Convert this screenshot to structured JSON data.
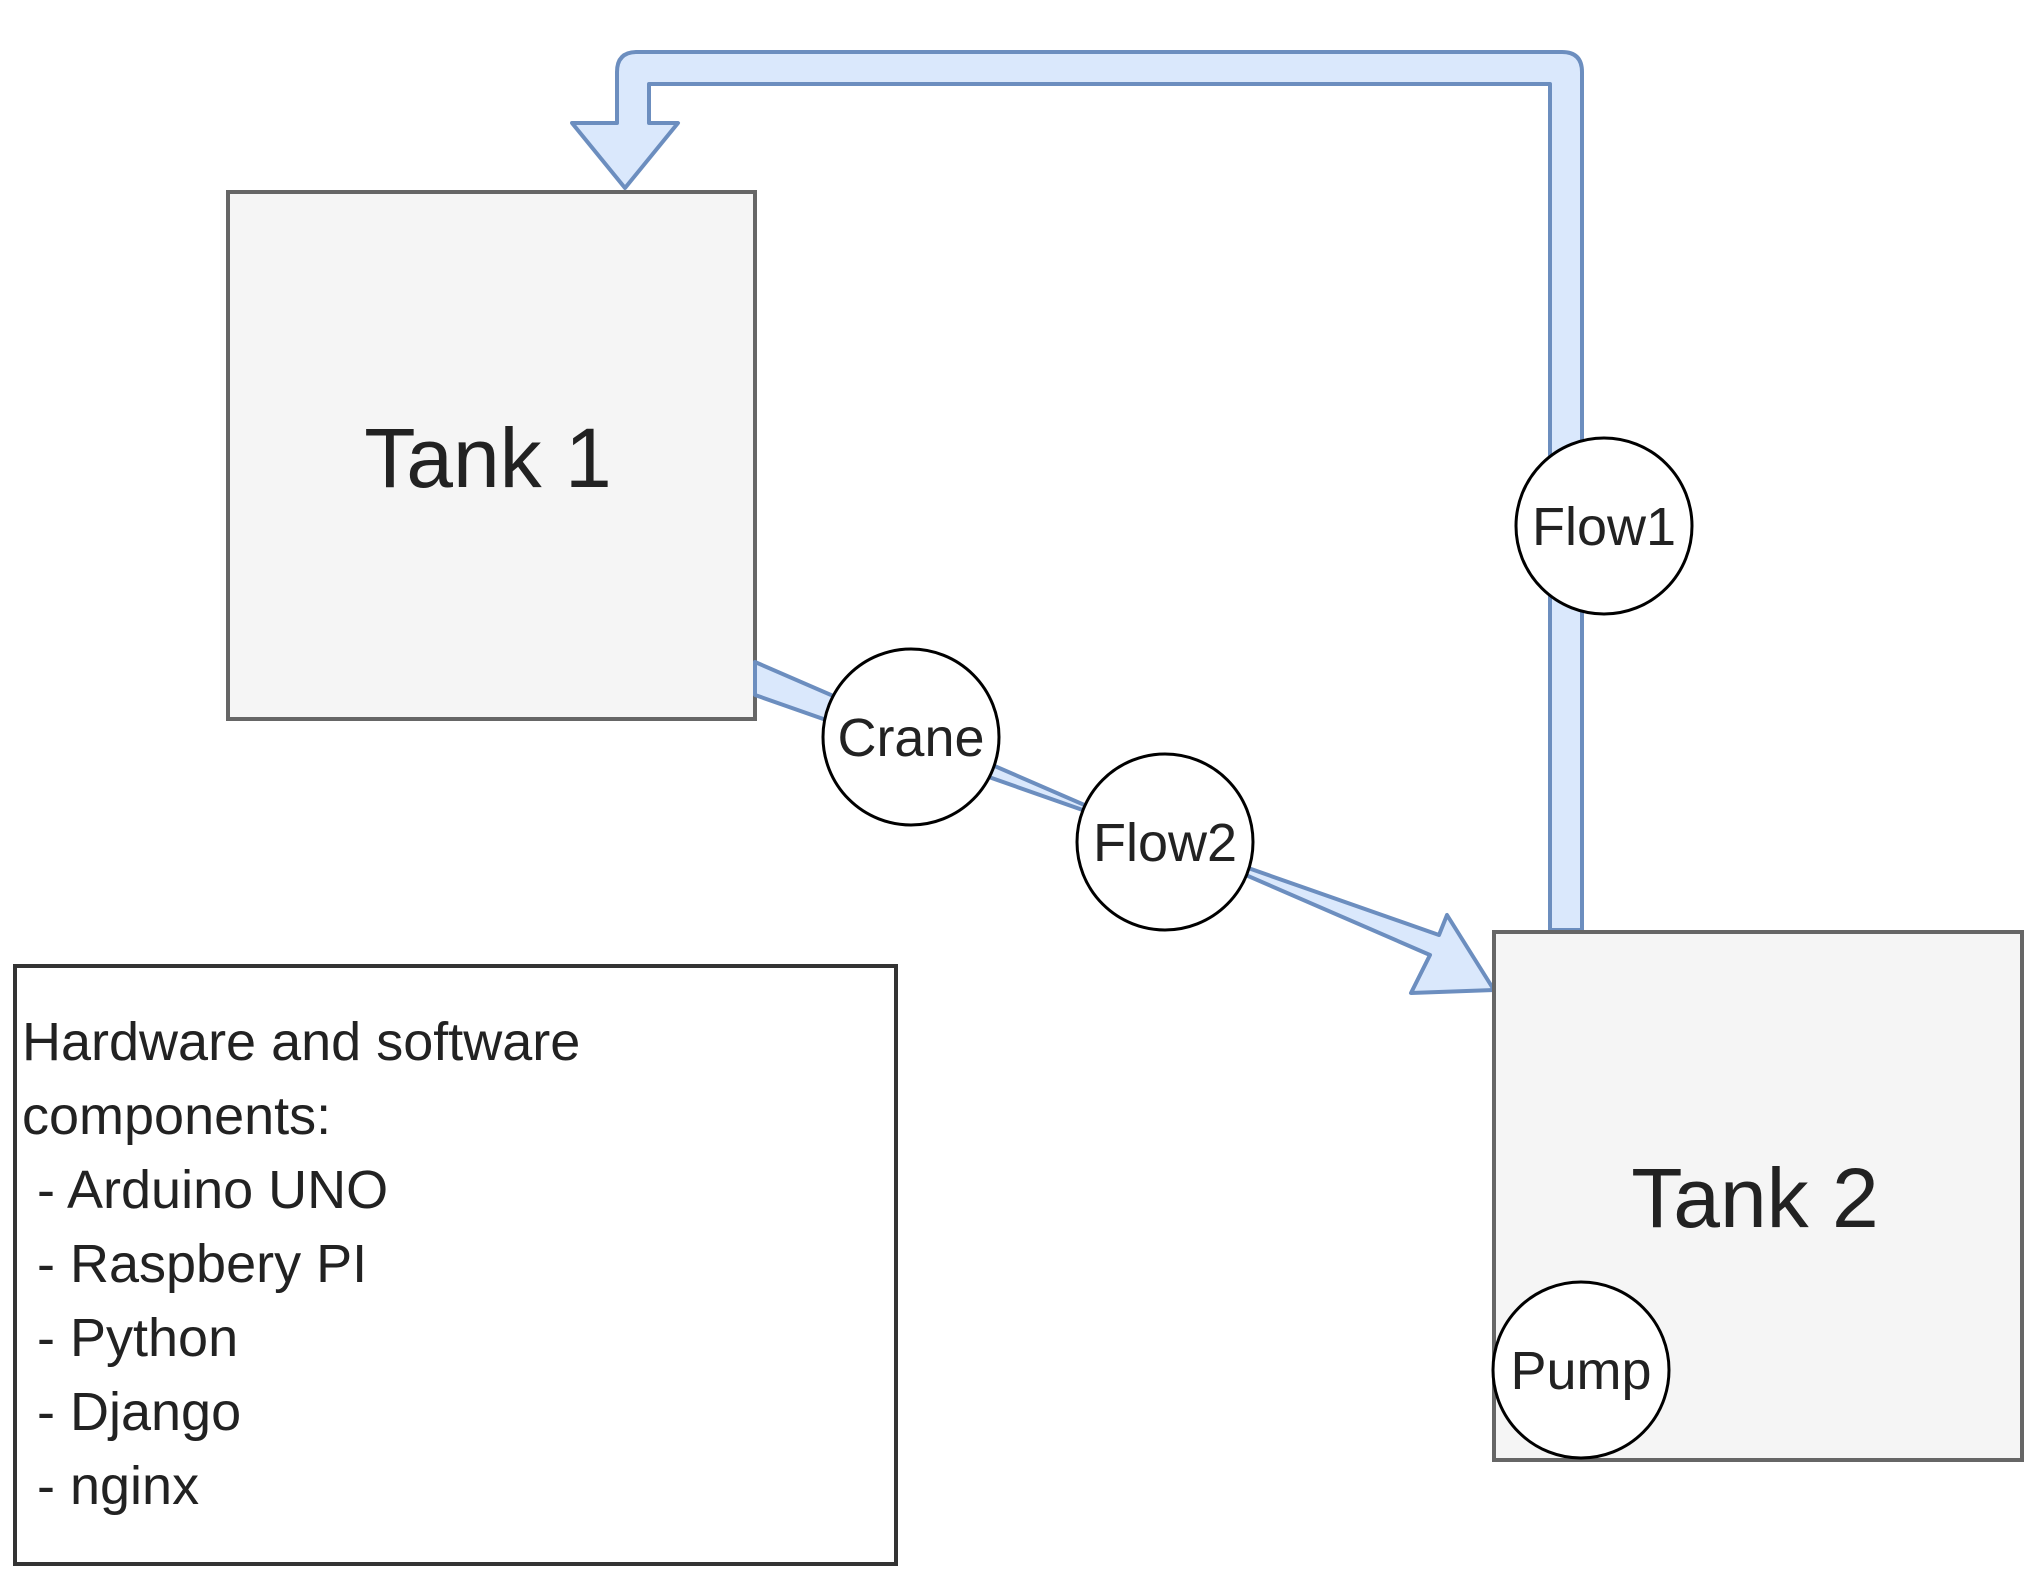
{
  "tanks": {
    "tank1": {
      "label": "Tank 1"
    },
    "tank2": {
      "label": "Tank 2"
    }
  },
  "nodes": {
    "crane": {
      "label": "Crane"
    },
    "flow1": {
      "label": "Flow1"
    },
    "flow2": {
      "label": "Flow2"
    },
    "pump": {
      "label": "Pump"
    }
  },
  "legend": {
    "title_line1": "Hardware and software",
    "title_line2": "components:",
    "items": [
      " - Arduino UNO",
      " - Raspbery PI",
      " - Python",
      " - Django",
      " - nginx"
    ]
  },
  "colors": {
    "pipe_fill": "#dae8fc",
    "pipe_stroke": "#6c8ebf",
    "tank_fill": "#f5f5f5",
    "tank_stroke": "#666666",
    "node_fill": "#ffffff",
    "node_stroke": "#000000"
  }
}
